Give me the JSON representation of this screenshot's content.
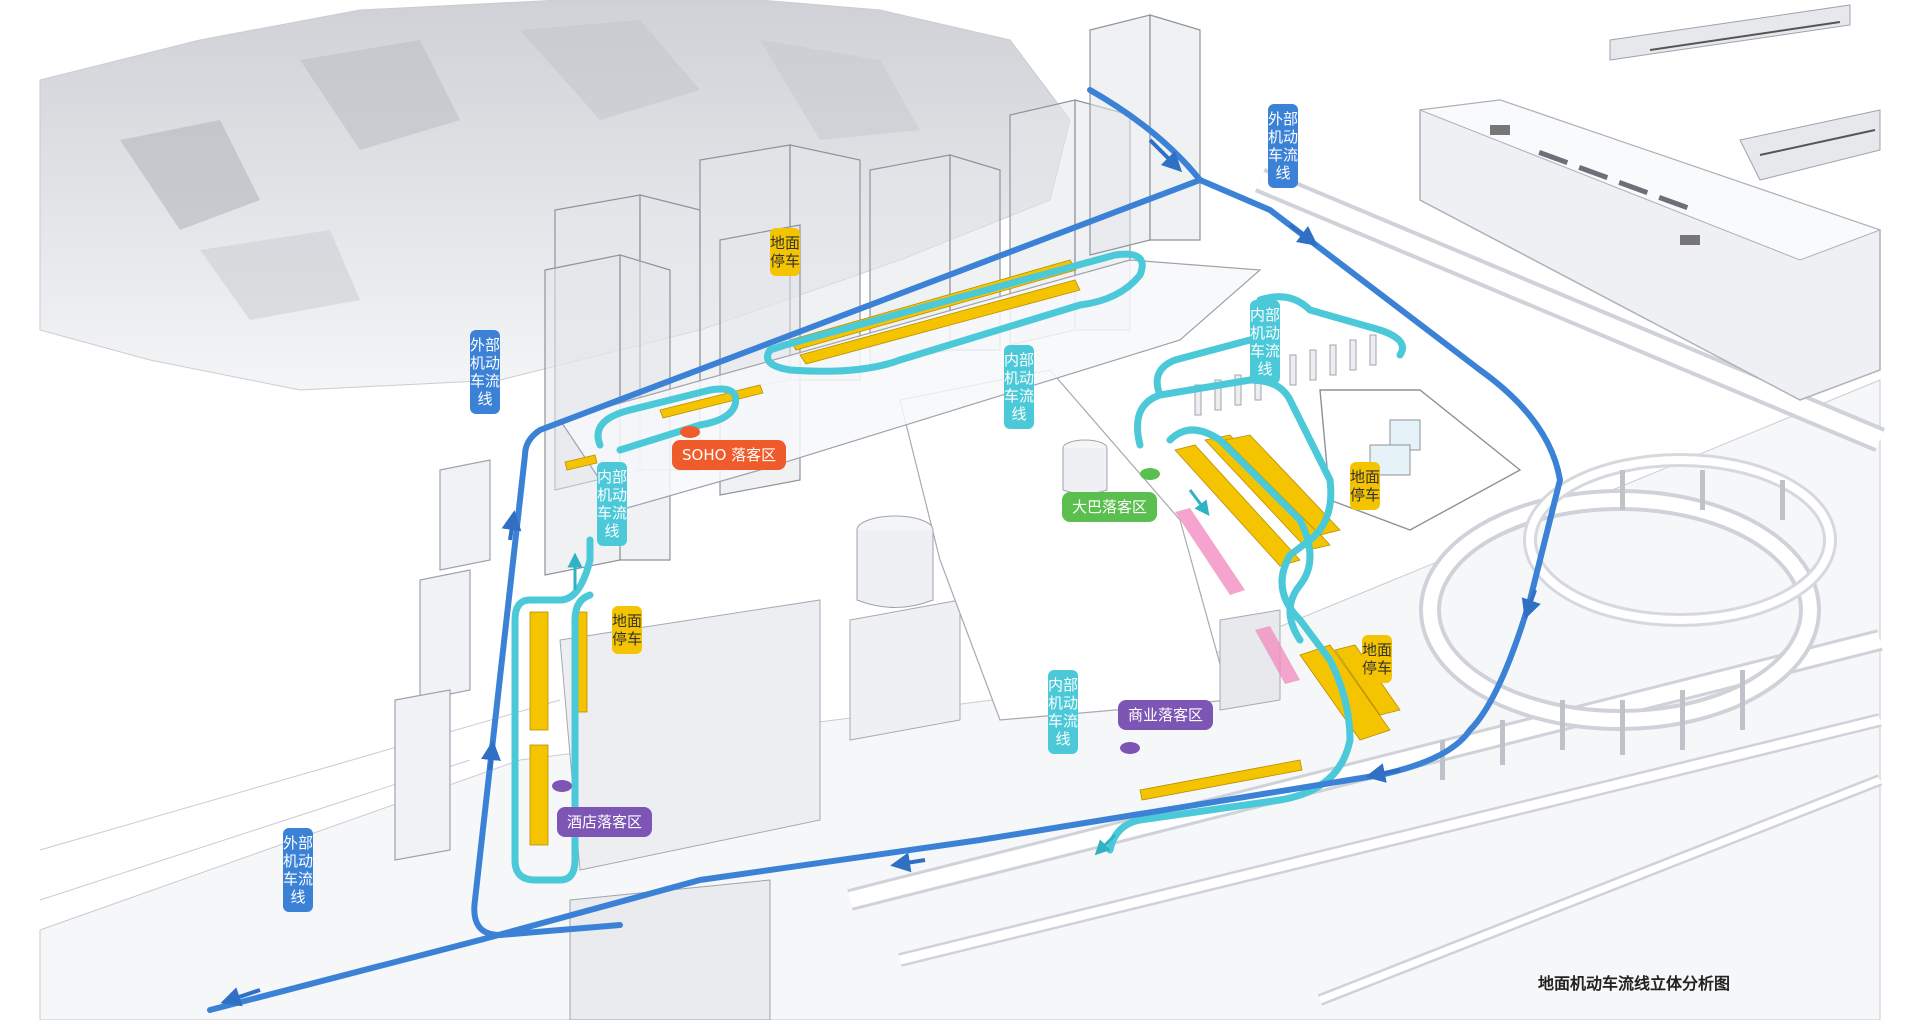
{
  "caption": "地面机动车流线立体分析图",
  "colors": {
    "external_flow": "#3b82d6",
    "internal_flow": "#4cc9d8",
    "parking": "#f5c400",
    "soho_dropoff": "#ef5b2a",
    "bus_dropoff": "#5bbf4f",
    "commercial_dropoff": "#7d55b5",
    "hotel_dropoff": "#7d55b5",
    "building": "#d9dbe0"
  },
  "labels": {
    "external_top": "外部机动车流线",
    "external_left": "外部机动车流线",
    "external_bottom": "外部机动车流线",
    "internal_left": "内部机动车流线",
    "internal_mid": "内部机动车流线",
    "internal_right": "内部机动车流线",
    "internal_bottom": "内部机动车流线",
    "parking_top": "地面停车",
    "parking_left": "地面停车",
    "parking_right_upper": "地面停车",
    "parking_right_lower": "地面停车",
    "soho": "SOHO 落客区",
    "bus": "大巴落客区",
    "commercial": "商业落客区",
    "hotel": "酒店落客区"
  }
}
